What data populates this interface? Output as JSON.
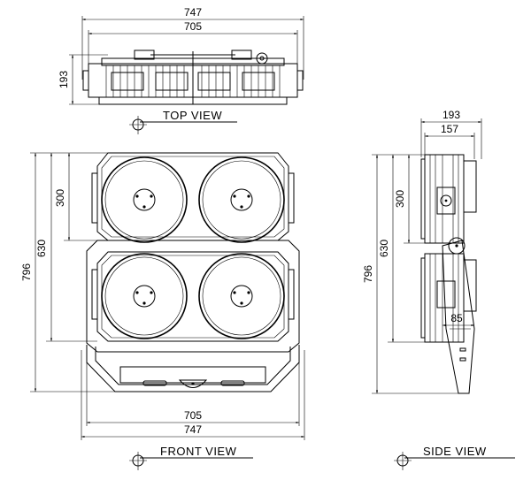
{
  "views": {
    "top": {
      "label": "TOP VIEW",
      "dims": {
        "overall_width": "747",
        "inner_width": "705",
        "depth": "193"
      }
    },
    "front": {
      "label": "FRONT VIEW",
      "dims": {
        "module_height": "300",
        "inner_height": "630",
        "overall_height": "796",
        "inner_width": "705",
        "overall_width": "747"
      }
    },
    "side": {
      "label": "SIDE VIEW",
      "dims": {
        "overall_depth": "193",
        "inner_depth": "157",
        "module_height": "300",
        "inner_height": "630",
        "overall_height": "796",
        "bracket": "85"
      }
    }
  },
  "colors": {
    "line": "#000000",
    "background": "#ffffff"
  }
}
